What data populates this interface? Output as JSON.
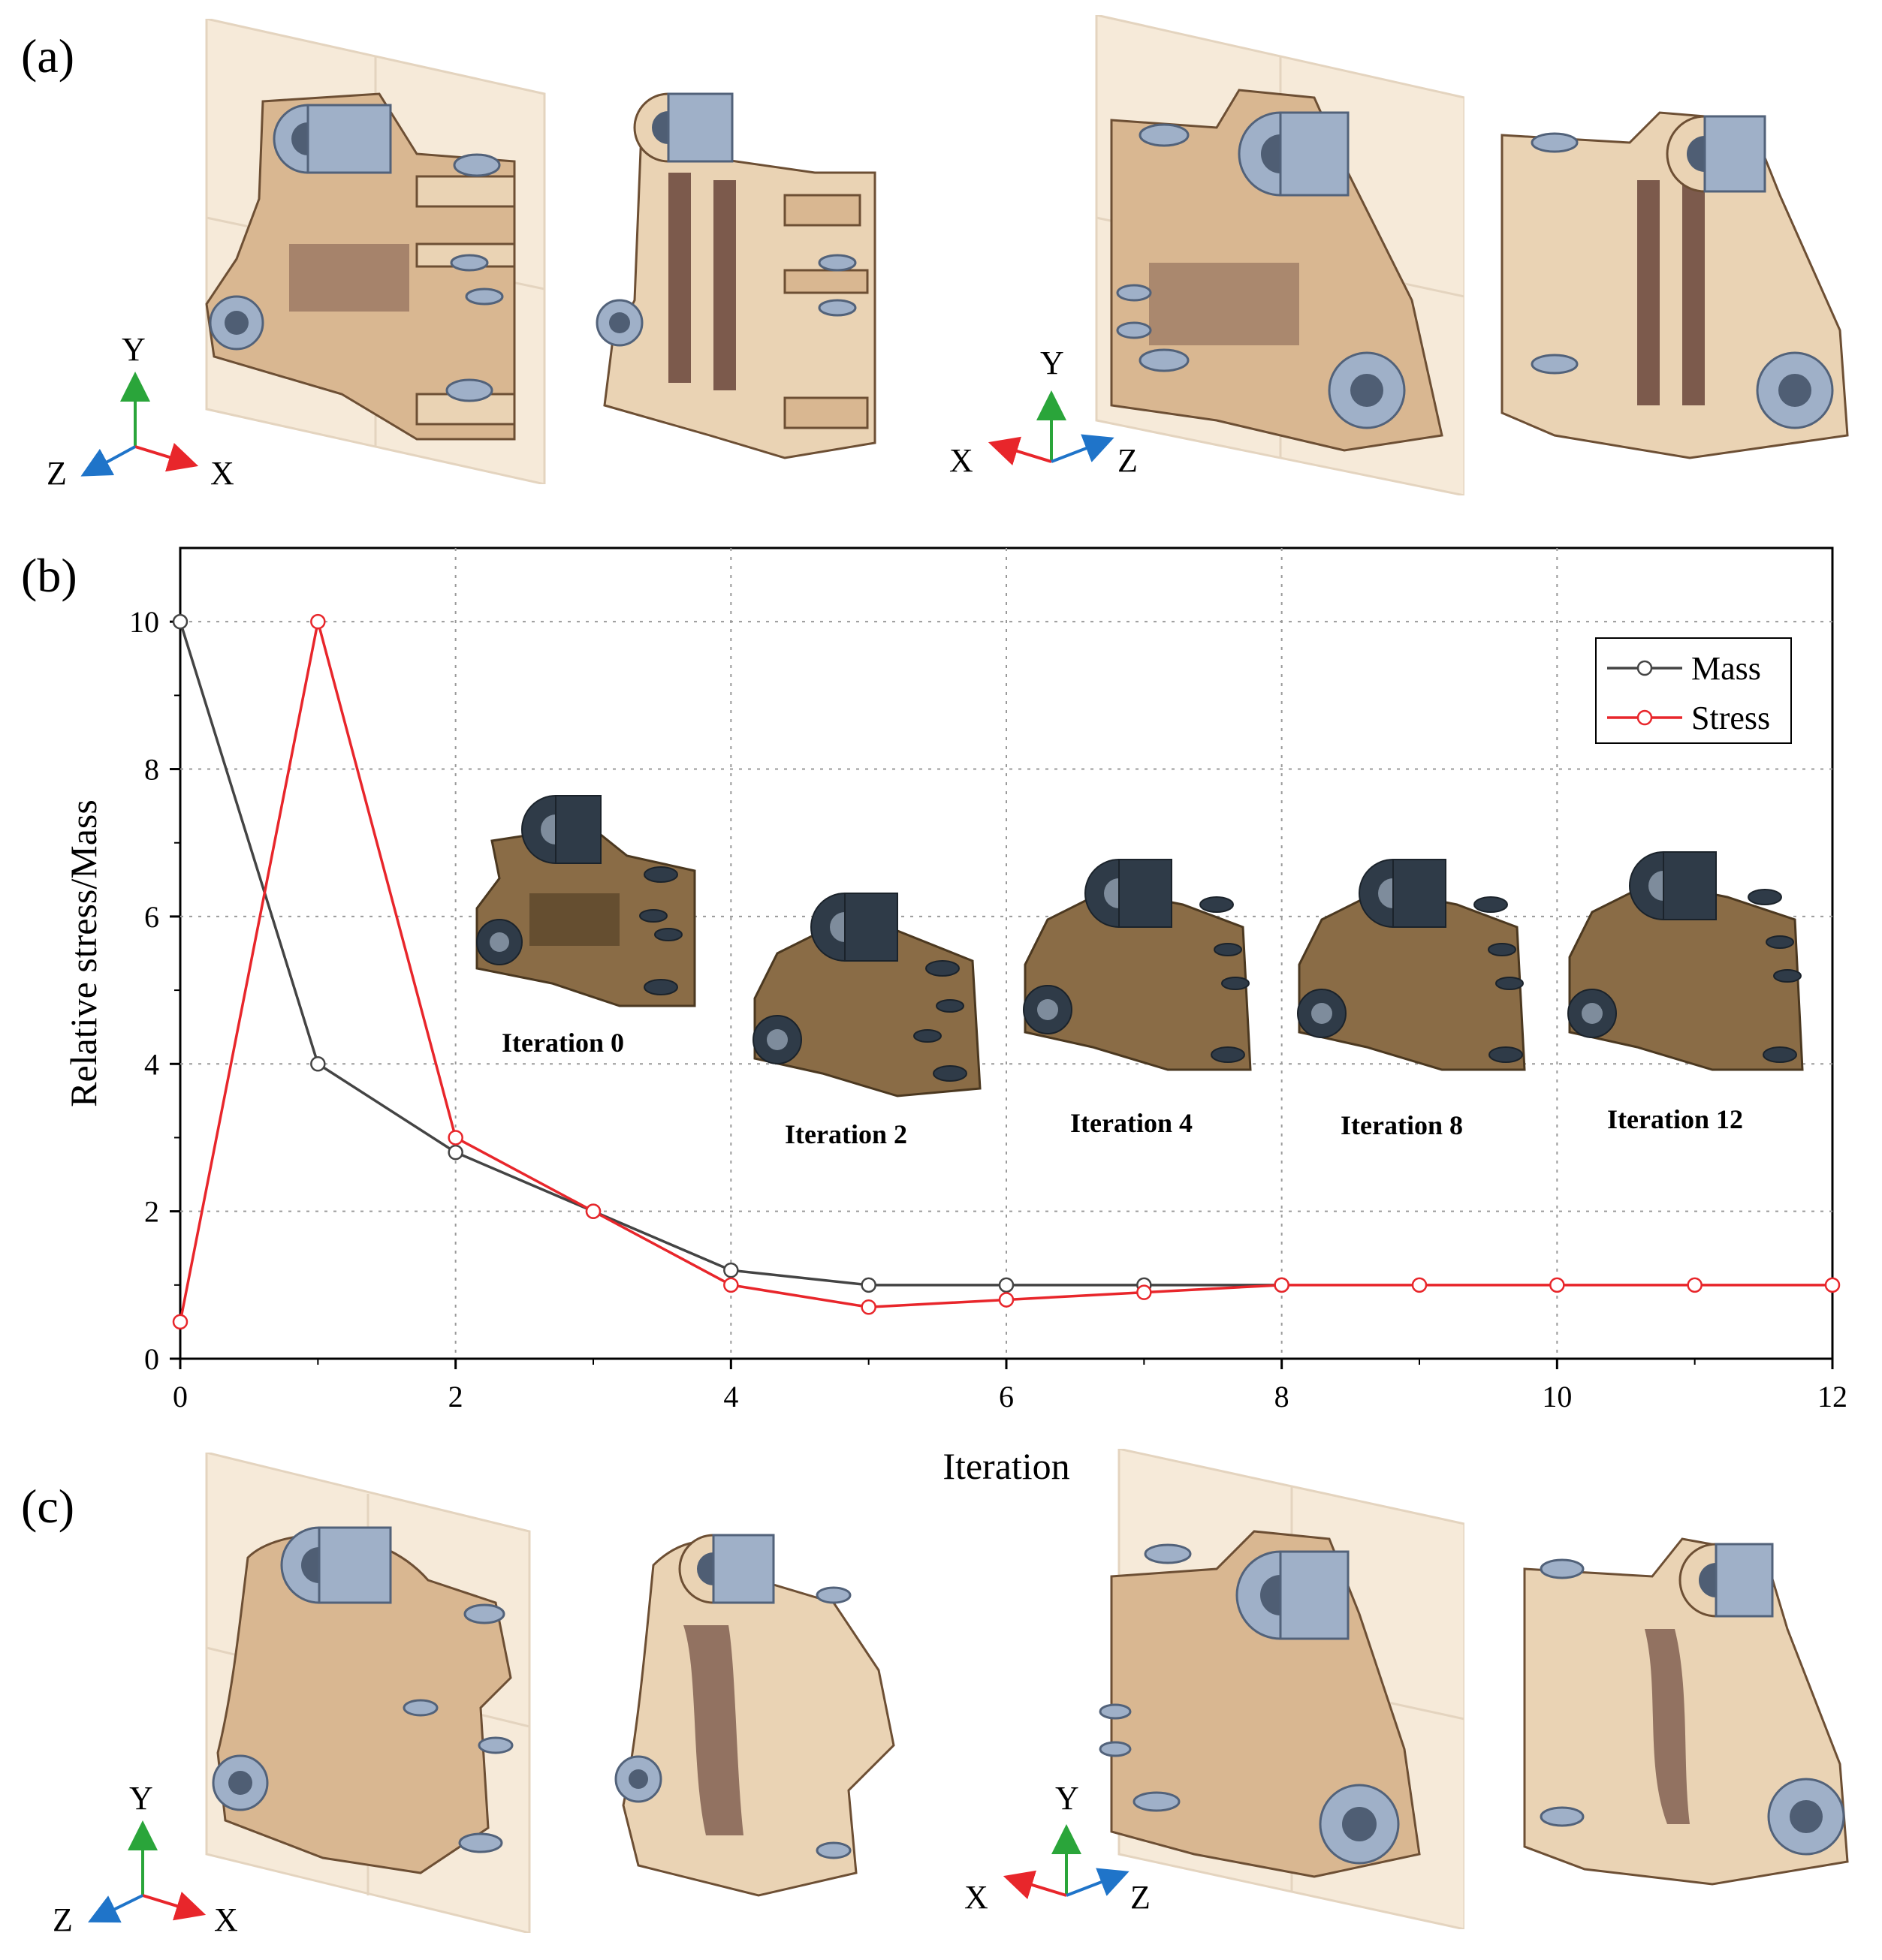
{
  "panels": {
    "a_label": "(a)",
    "b_label": "(b)",
    "c_label": "(c)"
  },
  "axes_triads": {
    "y": "Y",
    "x": "X",
    "z": "Z"
  },
  "chart_data": {
    "type": "line",
    "xlabel": "Iteration",
    "ylabel": "Relative stress/Mass",
    "xlim": [
      0,
      12
    ],
    "ylim": [
      0,
      11
    ],
    "xticks": [
      "0",
      "2",
      "4",
      "6",
      "8",
      "10",
      "12"
    ],
    "yticks": [
      "0",
      "2",
      "4",
      "6",
      "8",
      "10"
    ],
    "grid": true,
    "legend_position": "top-right",
    "x": [
      0,
      1,
      2,
      3,
      4,
      5,
      6,
      7,
      8,
      9,
      10,
      11,
      12
    ],
    "series": [
      {
        "name": "Mass",
        "color": "#444444",
        "x": [
          0,
          1,
          2,
          3,
          4,
          5,
          6,
          7,
          8
        ],
        "values": [
          10,
          4,
          2.8,
          2,
          1.2,
          1,
          1,
          1,
          1
        ]
      },
      {
        "name": "Stress",
        "color": "#e8262b",
        "x": [
          0,
          1,
          2,
          3,
          4,
          5,
          6,
          7,
          8,
          9,
          10,
          11,
          12
        ],
        "values": [
          0.5,
          10,
          3,
          2,
          1,
          0.7,
          0.8,
          0.9,
          1,
          1,
          1,
          1,
          1
        ]
      }
    ],
    "annotations": [
      "Iteration 0",
      "Iteration 2",
      "Iteration 4",
      "Iteration 8",
      "Iteration 12"
    ]
  },
  "colors": {
    "stress_line": "#e8262b",
    "mass_line": "#444444",
    "grid": "#9a9a9a",
    "axis_y": "#2aa53a",
    "axis_x": "#e8262b",
    "axis_z": "#1f74c9"
  }
}
